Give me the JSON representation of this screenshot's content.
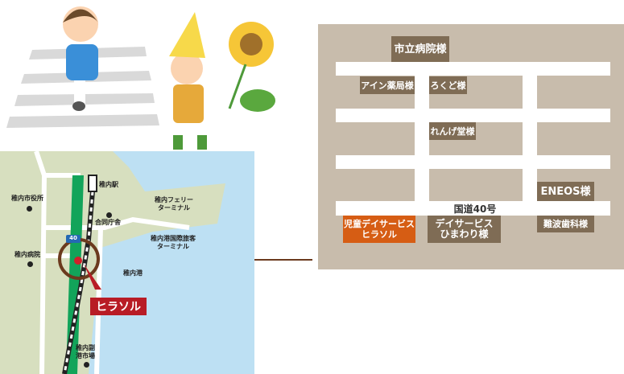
{
  "detail_map": {
    "labels": {
      "hospital": "市立病院様",
      "pharmacy": "アイン薬局様",
      "rokudo": "ろくど様",
      "rengedo": "れんげ堂様",
      "eneos": "ENEOS様",
      "route": "国道40号",
      "hirasol": "児童デイサービス\nヒラソル",
      "himawari": "デイサービス\nひまわり様",
      "dental": "難波歯科様"
    }
  },
  "area_map": {
    "labels": {
      "station": "稚内駅",
      "city_hall": "稚内市役所",
      "ferry": "稚内フェリー\nターミナル",
      "gov_bldg": "合同庁舎",
      "intl_terminal": "稚内港国際旅客\nターミナル",
      "hospital": "稚内病院",
      "port": "稚内港",
      "market": "稚内副\n港市場",
      "route_shield": "40",
      "marker": "ヒラソル"
    }
  },
  "colors": {
    "accent": "#b81c25",
    "highlight": "#d65d14",
    "label_bg": "#7f6c55"
  }
}
